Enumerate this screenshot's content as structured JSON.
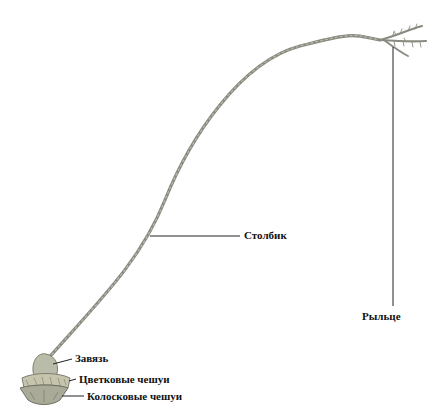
{
  "diagram": {
    "labels": [
      "Рыльце",
      "Столбик",
      "Завязь",
      "Цветковые чешуи",
      "Колосковые чешуи"
    ]
  }
}
